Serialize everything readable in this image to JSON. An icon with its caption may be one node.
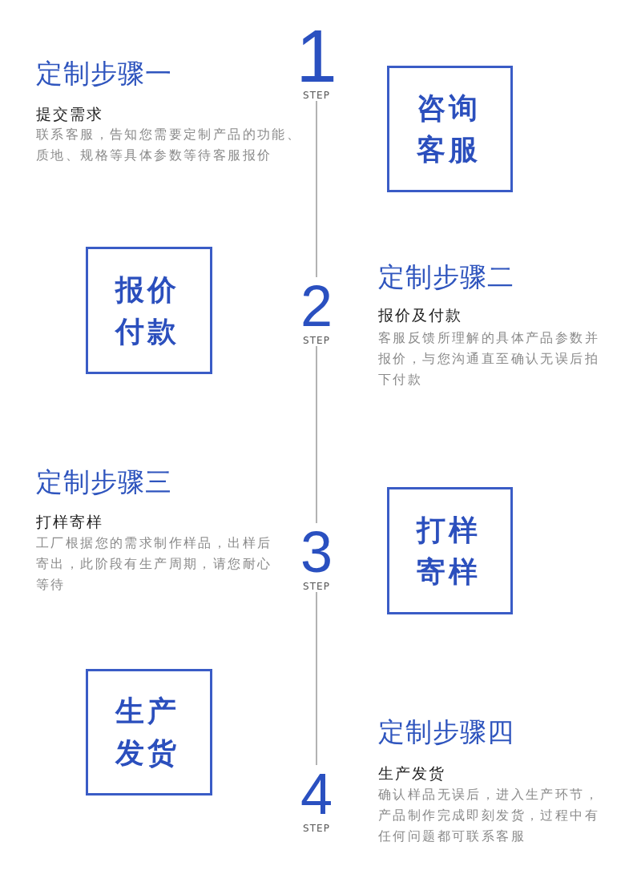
{
  "diagram": {
    "nodes": [
      {
        "text": [
          "1",
          "STEP"
        ]
      },
      {
        "text": [
          "咨询客服"
        ]
      },
      {
        "text": [
          "报价付款"
        ]
      },
      {
        "text": [
          "2",
          "STEP"
        ]
      },
      {
        "text": [
          "3",
          "STEP"
        ]
      },
      {
        "text": [
          "打样寄样"
        ]
      },
      {
        "text": [
          "生产发货"
        ]
      },
      {
        "text": [
          "4",
          "STEP"
        ]
      }
    ],
    "edges": [
      {
        "from": 0,
        "to": 3,
        "arrow": "none"
      },
      {
        "from": 3,
        "to": 4,
        "arrow": "none"
      },
      {
        "from": 4,
        "to": 7,
        "arrow": "none"
      }
    ],
    "labels": [
      "定制步骤一",
      "提交需求",
      "联系客服，告知您需要定制产品的功能、质地、规格等具体参数等待客服报价",
      "定制步骤二",
      "报价及付款",
      "客服反馈所理解的具体产品参数并报价，与您沟通直至确认无误后拍下付款",
      "定制步骤三",
      "打样寄样",
      "工厂根据您的需求制作样品，出样后寄出，此阶段有生产周期，请您耐心等待",
      "定制步骤四",
      "生产发货",
      "确认样品无误后，进入生产环节，产品制作完成即刻发货，过程中有任何问题都可联系客服"
    ]
  }
}
